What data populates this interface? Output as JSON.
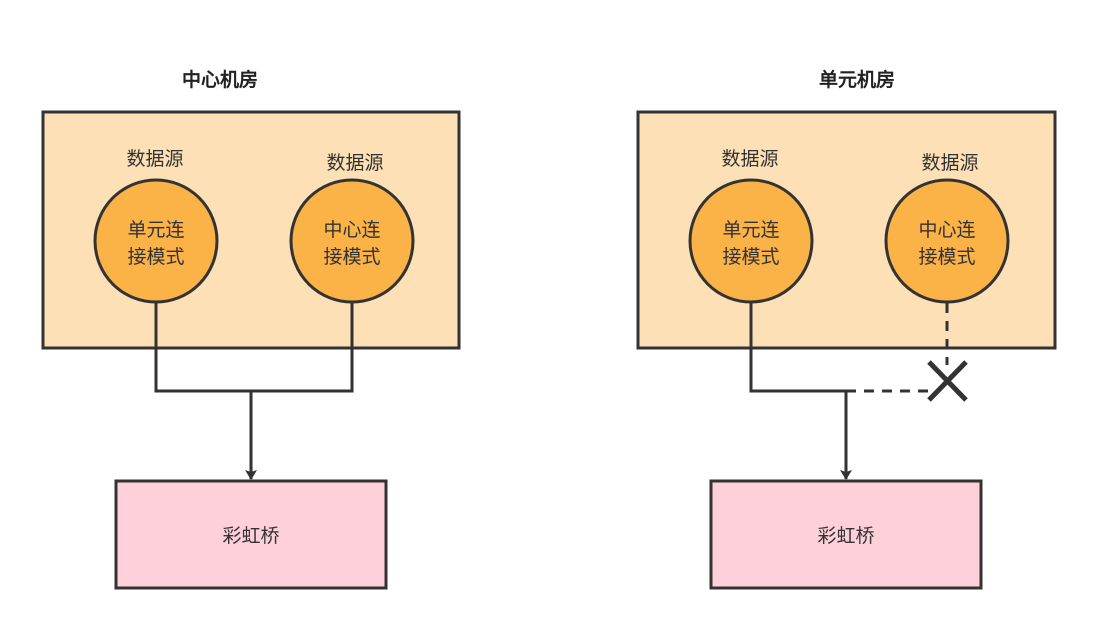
{
  "colors": {
    "room_fill": "#fde0b6",
    "node_fill": "#fbb247",
    "target_fill": "#fed0d9",
    "stroke": "#333333"
  },
  "left": {
    "title": "中心机房",
    "sources": [
      {
        "label": "数据源",
        "line1": "单元连",
        "line2": "接模式"
      },
      {
        "label": "数据源",
        "line1": "中心连",
        "line2": "接模式"
      }
    ],
    "target": "彩虹桥"
  },
  "right": {
    "title": "单元机房",
    "sources": [
      {
        "label": "数据源",
        "line1": "单元连",
        "line2": "接模式"
      },
      {
        "label": "数据源",
        "line1": "中心连",
        "line2": "接模式"
      }
    ],
    "target": "彩虹桥"
  }
}
